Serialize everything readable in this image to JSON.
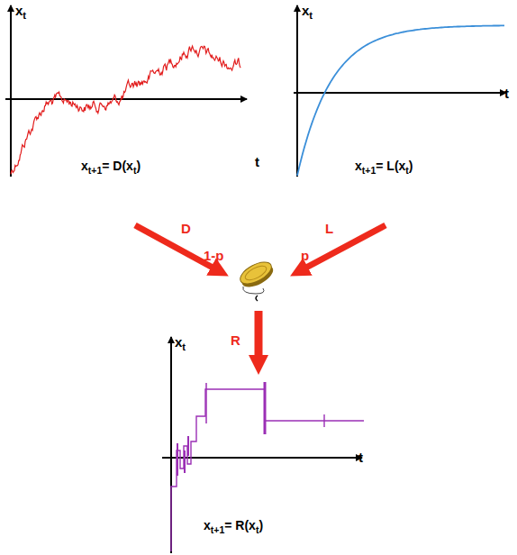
{
  "diagram": {
    "labels": [
      "x",
      "t",
      "x",
      "t",
      "t",
      "x",
      "t+1",
      "= D(x",
      "t",
      ")",
      "x",
      "t+1",
      "= L(x",
      "t",
      ")",
      "D",
      "t",
      "L",
      "1-p",
      "p",
      "R",
      "x",
      "t",
      "t",
      "x",
      "t+1",
      "= R(x",
      "t",
      ")"
    ]
  }
}
